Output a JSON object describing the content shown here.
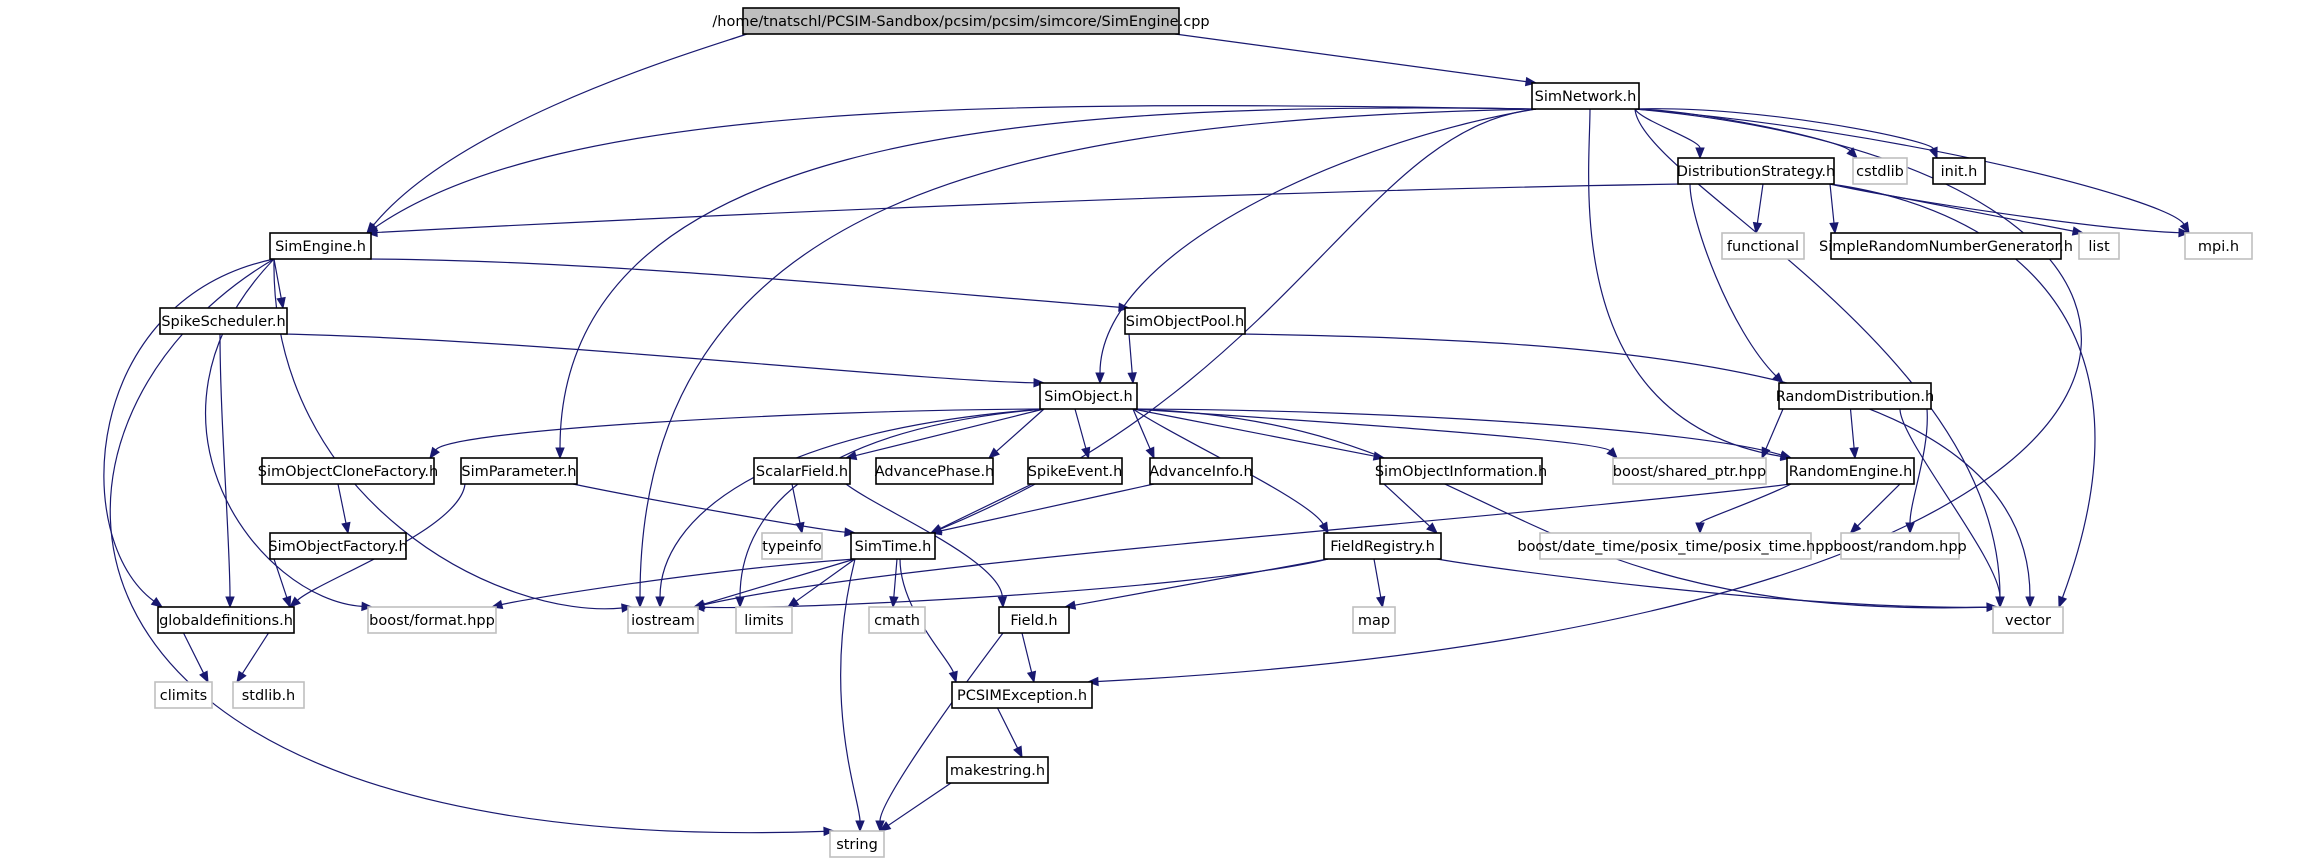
{
  "graph": {
    "edge_color": "#191970",
    "root_fill": "#bfbfbf",
    "local_border": "#000000",
    "system_border": "#bfbfbf",
    "nodes": [
      {
        "id": "root",
        "label": "/home/tnatschl/PCSIM-Sandbox/pcsim/pcsim/simcore/SimEngine.cpp",
        "kind": "root"
      },
      {
        "id": "SimNetwork",
        "label": "SimNetwork.h",
        "kind": "local"
      },
      {
        "id": "SimEngine",
        "label": "SimEngine.h",
        "kind": "local"
      },
      {
        "id": "DistributionStrategy",
        "label": "DistributionStrategy.h",
        "kind": "local"
      },
      {
        "id": "cstdlib",
        "label": "cstdlib",
        "kind": "system"
      },
      {
        "id": "init",
        "label": "init.h",
        "kind": "local"
      },
      {
        "id": "functional",
        "label": "functional",
        "kind": "system"
      },
      {
        "id": "SimpleRNG",
        "label": "SimpleRandomNumberGenerator.h",
        "kind": "local"
      },
      {
        "id": "list",
        "label": "list",
        "kind": "system"
      },
      {
        "id": "mpi",
        "label": "mpi.h",
        "kind": "system"
      },
      {
        "id": "SpikeScheduler",
        "label": "SpikeScheduler.h",
        "kind": "local"
      },
      {
        "id": "SimObjectPool",
        "label": "SimObjectPool.h",
        "kind": "local"
      },
      {
        "id": "SimObject",
        "label": "SimObject.h",
        "kind": "local"
      },
      {
        "id": "RandomDistribution",
        "label": "RandomDistribution.h",
        "kind": "local"
      },
      {
        "id": "SimObjectCloneFactory",
        "label": "SimObjectCloneFactory.h",
        "kind": "local"
      },
      {
        "id": "SimParameter",
        "label": "SimParameter.h",
        "kind": "local"
      },
      {
        "id": "ScalarField",
        "label": "ScalarField.h",
        "kind": "local"
      },
      {
        "id": "AdvancePhase",
        "label": "AdvancePhase.h",
        "kind": "local"
      },
      {
        "id": "SpikeEvent",
        "label": "SpikeEvent.h",
        "kind": "local"
      },
      {
        "id": "AdvanceInfo",
        "label": "AdvanceInfo.h",
        "kind": "local"
      },
      {
        "id": "SimObjectInformation",
        "label": "SimObjectInformation.h",
        "kind": "local"
      },
      {
        "id": "shared_ptr",
        "label": "boost/shared_ptr.hpp",
        "kind": "system"
      },
      {
        "id": "RandomEngine",
        "label": "RandomEngine.h",
        "kind": "local"
      },
      {
        "id": "SimObjectFactory",
        "label": "SimObjectFactory.h",
        "kind": "local"
      },
      {
        "id": "typeinfo",
        "label": "typeinfo",
        "kind": "system"
      },
      {
        "id": "SimTime",
        "label": "SimTime.h",
        "kind": "local"
      },
      {
        "id": "FieldRegistry",
        "label": "FieldRegistry.h",
        "kind": "local"
      },
      {
        "id": "posix_time",
        "label": "boost/date_time/posix_time/posix_time.hpp",
        "kind": "system"
      },
      {
        "id": "boost_random",
        "label": "boost/random.hpp",
        "kind": "system"
      },
      {
        "id": "globaldefinitions",
        "label": "globaldefinitions.h",
        "kind": "local"
      },
      {
        "id": "boost_format",
        "label": "boost/format.hpp",
        "kind": "system"
      },
      {
        "id": "iostream",
        "label": "iostream",
        "kind": "system"
      },
      {
        "id": "limits",
        "label": "limits",
        "kind": "system"
      },
      {
        "id": "cmath",
        "label": "cmath",
        "kind": "system"
      },
      {
        "id": "Field",
        "label": "Field.h",
        "kind": "local"
      },
      {
        "id": "map",
        "label": "map",
        "kind": "system"
      },
      {
        "id": "vector",
        "label": "vector",
        "kind": "system"
      },
      {
        "id": "climits",
        "label": "climits",
        "kind": "system"
      },
      {
        "id": "stdlib",
        "label": "stdlib.h",
        "kind": "system"
      },
      {
        "id": "PCSIMException",
        "label": "PCSIMException.h",
        "kind": "local"
      },
      {
        "id": "makestring",
        "label": "makestring.h",
        "kind": "local"
      },
      {
        "id": "string",
        "label": "string",
        "kind": "system"
      }
    ],
    "edges": [
      {
        "from": "root",
        "to": "SimNetwork"
      },
      {
        "from": "root",
        "to": "SimEngine"
      },
      {
        "from": "SimNetwork",
        "to": "SimEngine"
      },
      {
        "from": "SimNetwork",
        "to": "DistributionStrategy"
      },
      {
        "from": "SimNetwork",
        "to": "cstdlib"
      },
      {
        "from": "SimNetwork",
        "to": "init"
      },
      {
        "from": "SimNetwork",
        "to": "mpi"
      },
      {
        "from": "SimNetwork",
        "to": "SimParameter"
      },
      {
        "from": "SimNetwork",
        "to": "iostream"
      },
      {
        "from": "SimNetwork",
        "to": "SimObject"
      },
      {
        "from": "SimNetwork",
        "to": "SimTime"
      },
      {
        "from": "SimNetwork",
        "to": "RandomEngine"
      },
      {
        "from": "SimNetwork",
        "to": "vector"
      },
      {
        "from": "SimNetwork",
        "to": "PCSIMException"
      },
      {
        "from": "DistributionStrategy",
        "to": "SimEngine"
      },
      {
        "from": "DistributionStrategy",
        "to": "functional"
      },
      {
        "from": "DistributionStrategy",
        "to": "SimpleRNG"
      },
      {
        "from": "DistributionStrategy",
        "to": "list"
      },
      {
        "from": "DistributionStrategy",
        "to": "mpi"
      },
      {
        "from": "DistributionStrategy",
        "to": "RandomDistribution"
      },
      {
        "from": "DistributionStrategy",
        "to": "vector"
      },
      {
        "from": "SimEngine",
        "to": "SpikeScheduler"
      },
      {
        "from": "SimEngine",
        "to": "SimObjectPool"
      },
      {
        "from": "SimEngine",
        "to": "globaldefinitions"
      },
      {
        "from": "SimEngine",
        "to": "boost_format"
      },
      {
        "from": "SimEngine",
        "to": "iostream"
      },
      {
        "from": "SimEngine",
        "to": "string"
      },
      {
        "from": "SpikeScheduler",
        "to": "SimObject"
      },
      {
        "from": "SpikeScheduler",
        "to": "globaldefinitions"
      },
      {
        "from": "SimObjectPool",
        "to": "SimObject"
      },
      {
        "from": "SimObjectPool",
        "to": "vector"
      },
      {
        "from": "SimObject",
        "to": "SimObjectCloneFactory"
      },
      {
        "from": "SimObject",
        "to": "ScalarField"
      },
      {
        "from": "SimObject",
        "to": "AdvancePhase"
      },
      {
        "from": "SimObject",
        "to": "SpikeEvent"
      },
      {
        "from": "SimObject",
        "to": "AdvanceInfo"
      },
      {
        "from": "SimObject",
        "to": "SimObjectInformation"
      },
      {
        "from": "SimObject",
        "to": "shared_ptr"
      },
      {
        "from": "SimObject",
        "to": "RandomEngine"
      },
      {
        "from": "SimObject",
        "to": "FieldRegistry"
      },
      {
        "from": "SimObject",
        "to": "iostream"
      },
      {
        "from": "SimObject",
        "to": "limits"
      },
      {
        "from": "SimObject",
        "to": "vector"
      },
      {
        "from": "RandomDistribution",
        "to": "shared_ptr"
      },
      {
        "from": "RandomDistribution",
        "to": "RandomEngine"
      },
      {
        "from": "RandomDistribution",
        "to": "boost_random"
      },
      {
        "from": "RandomDistribution",
        "to": "vector"
      },
      {
        "from": "SimObjectCloneFactory",
        "to": "SimObjectFactory"
      },
      {
        "from": "SimObjectFactory",
        "to": "globaldefinitions"
      },
      {
        "from": "SimParameter",
        "to": "SimTime"
      },
      {
        "from": "SimParameter",
        "to": "globaldefinitions"
      },
      {
        "from": "ScalarField",
        "to": "typeinfo"
      },
      {
        "from": "ScalarField",
        "to": "Field"
      },
      {
        "from": "SpikeEvent",
        "to": "SimTime"
      },
      {
        "from": "AdvanceInfo",
        "to": "SimTime"
      },
      {
        "from": "SimObjectInformation",
        "to": "FieldRegistry"
      },
      {
        "from": "RandomEngine",
        "to": "posix_time"
      },
      {
        "from": "RandomEngine",
        "to": "boost_random"
      },
      {
        "from": "RandomEngine",
        "to": "iostream"
      },
      {
        "from": "SimTime",
        "to": "boost_format"
      },
      {
        "from": "SimTime",
        "to": "iostream"
      },
      {
        "from": "SimTime",
        "to": "limits"
      },
      {
        "from": "SimTime",
        "to": "cmath"
      },
      {
        "from": "SimTime",
        "to": "PCSIMException"
      },
      {
        "from": "SimTime",
        "to": "string"
      },
      {
        "from": "FieldRegistry",
        "to": "Field"
      },
      {
        "from": "FieldRegistry",
        "to": "map"
      },
      {
        "from": "FieldRegistry",
        "to": "vector"
      },
      {
        "from": "FieldRegistry",
        "to": "iostream"
      },
      {
        "from": "globaldefinitions",
        "to": "climits"
      },
      {
        "from": "globaldefinitions",
        "to": "stdlib"
      },
      {
        "from": "Field",
        "to": "PCSIMException"
      },
      {
        "from": "Field",
        "to": "string"
      },
      {
        "from": "PCSIMException",
        "to": "makestring"
      },
      {
        "from": "makestring",
        "to": "string"
      }
    ]
  }
}
